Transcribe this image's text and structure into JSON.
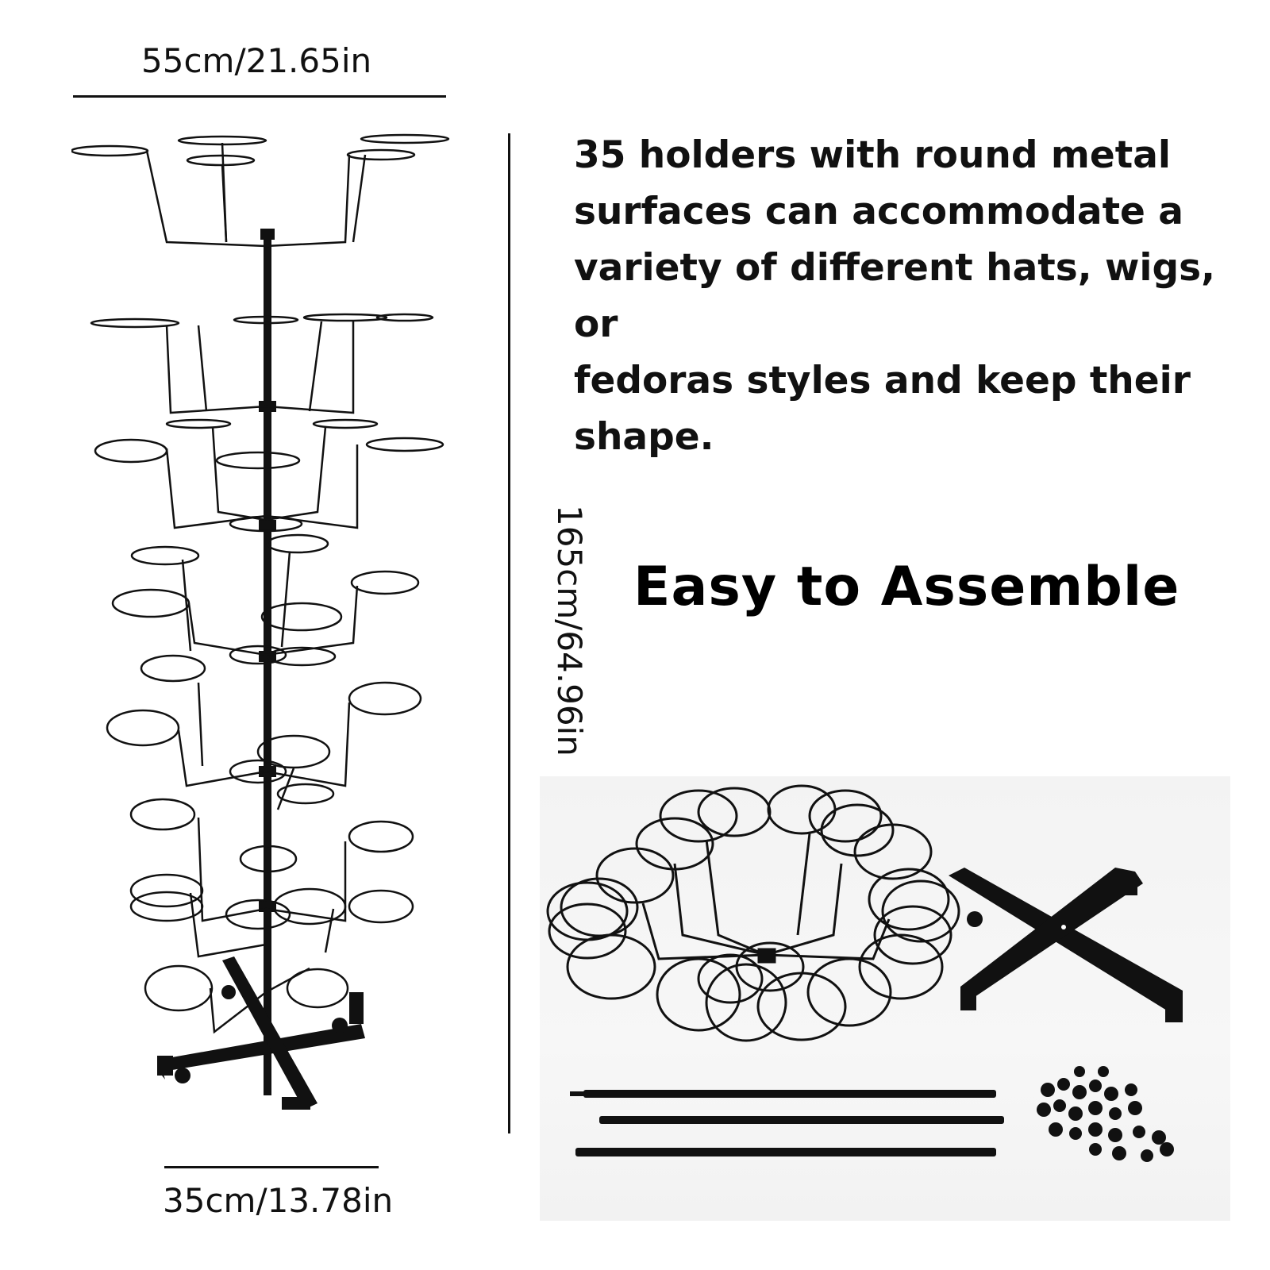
{
  "dimensions": {
    "width_top": "55cm/21.65in",
    "width_bottom": "35cm/13.78in",
    "height": "165cm/64.96in"
  },
  "description": "35 holders with round metal\nsurfaces can accommodate a\nvariety of different hats, wigs, or\nfedoras styles and keep their\nshape.",
  "headline": "Easy to Assemble",
  "colors": {
    "background": "#ffffff",
    "metal": "#111111",
    "photo_background": "#f4f4f4"
  },
  "images": {
    "stand": "assembled-hat-rack-stand",
    "parts": "disassembled-rack-parts"
  }
}
